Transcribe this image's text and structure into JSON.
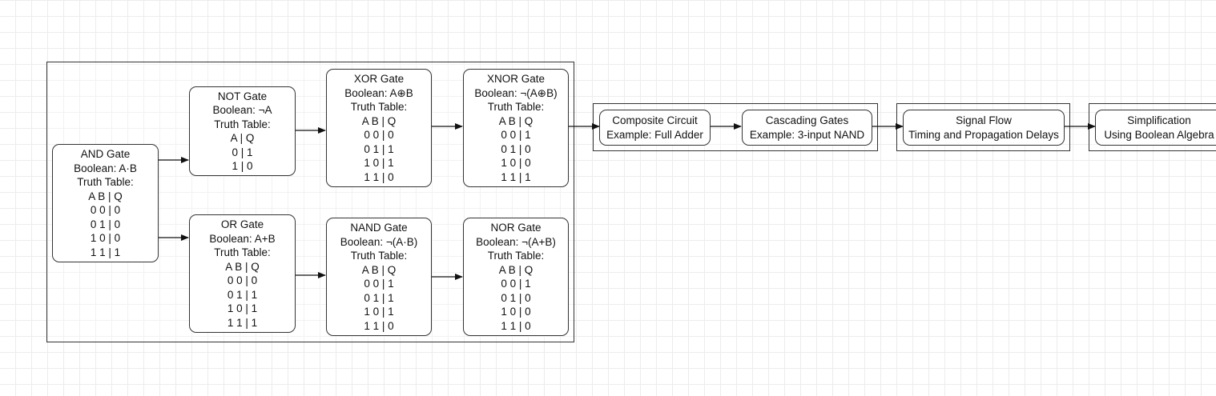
{
  "diagram": {
    "gates": {
      "and": {
        "title": "AND Gate",
        "boolean": "Boolean: A·B",
        "truth_label": "Truth Table:",
        "rows": [
          "A B | Q",
          "0 0 | 0",
          "0 1 | 0",
          "1 0 | 0",
          "1 1 | 1"
        ]
      },
      "not": {
        "title": "NOT Gate",
        "boolean": "Boolean: ¬A",
        "truth_label": "Truth Table:",
        "rows": [
          "A | Q",
          "0 | 1",
          "1 | 0"
        ]
      },
      "or": {
        "title": "OR Gate",
        "boolean": "Boolean: A+B",
        "truth_label": "Truth Table:",
        "rows": [
          "A B | Q",
          "0 0 | 0",
          "0 1 | 1",
          "1 0 | 1",
          "1 1 | 1"
        ]
      },
      "xor": {
        "title": "XOR Gate",
        "boolean": "Boolean: A⊕B",
        "truth_label": "Truth Table:",
        "rows": [
          "A B | Q",
          "0 0 | 0",
          "0 1 | 1",
          "1 0 | 1",
          "1 1 | 0"
        ]
      },
      "xnor": {
        "title": "XNOR Gate",
        "boolean": "Boolean: ¬(A⊕B)",
        "truth_label": "Truth Table:",
        "rows": [
          "A B | Q",
          "0 0 | 1",
          "0 1 | 0",
          "1 0 | 0",
          "1 1 | 1"
        ]
      },
      "nand": {
        "title": "NAND Gate",
        "boolean": "Boolean: ¬(A·B)",
        "truth_label": "Truth Table:",
        "rows": [
          "A B | Q",
          "0 0 | 1",
          "0 1 | 1",
          "1 0 | 1",
          "1 1 | 0"
        ]
      },
      "nor": {
        "title": "NOR Gate",
        "boolean": "Boolean: ¬(A+B)",
        "truth_label": "Truth Table:",
        "rows": [
          "A B | Q",
          "0 0 | 1",
          "0 1 | 0",
          "1 0 | 0",
          "1 1 | 0"
        ]
      }
    },
    "composite": {
      "composite_circuit": {
        "title": "Composite Circuit",
        "subtitle": "Example: Full Adder"
      },
      "cascading_gates": {
        "title": "Cascading Gates",
        "subtitle": "Example: 3-input NAND"
      }
    },
    "signal_flow": {
      "title": "Signal Flow",
      "subtitle": "Timing and Propagation Delays"
    },
    "simplification": {
      "title": "Simplification",
      "subtitle": "Using Boolean Algebra"
    },
    "edges": [
      {
        "from": "AND Gate",
        "to": "NOT Gate"
      },
      {
        "from": "AND Gate",
        "to": "OR Gate"
      },
      {
        "from": "NOT Gate",
        "to": "XOR Gate"
      },
      {
        "from": "OR Gate",
        "to": "NAND Gate"
      },
      {
        "from": "XOR Gate",
        "to": "XNOR Gate"
      },
      {
        "from": "NAND Gate",
        "to": "NOR Gate"
      },
      {
        "from": "XNOR Gate",
        "to": "Composite Circuit"
      },
      {
        "from": "Composite Circuit",
        "to": "Cascading Gates"
      },
      {
        "from": "Cascading Gates",
        "to": "Signal Flow"
      },
      {
        "from": "Signal Flow",
        "to": "Simplification"
      }
    ]
  }
}
